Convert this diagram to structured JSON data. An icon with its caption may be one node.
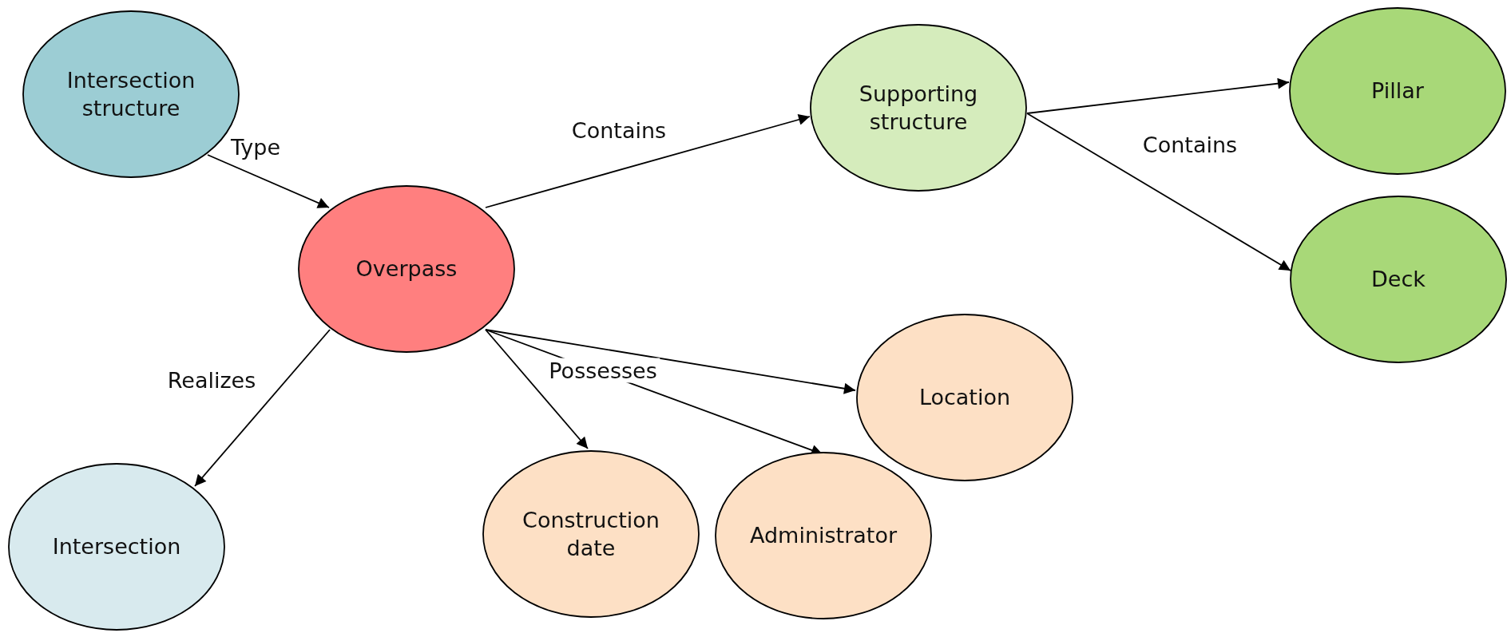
{
  "diagram": {
    "nodes": [
      {
        "text": [
          "Intersection structure"
        ]
      },
      {
        "text": [
          "Overpass"
        ]
      },
      {
        "text": [
          "Supporting structure"
        ]
      },
      {
        "text": [
          "Pillar"
        ]
      },
      {
        "text": [
          "Deck"
        ]
      },
      {
        "text": [
          "Intersection"
        ]
      },
      {
        "text": [
          "Construction date"
        ]
      },
      {
        "text": [
          "Administrator"
        ]
      },
      {
        "text": [
          "Location"
        ]
      }
    ],
    "edges": [
      {
        "from": 0,
        "to": 1,
        "arrow": "to",
        "label": "Type"
      },
      {
        "from": 1,
        "to": 2,
        "arrow": "to",
        "label": "Contains"
      },
      {
        "from": 2,
        "to": 3,
        "arrow": "to",
        "label": "Contains"
      },
      {
        "from": 2,
        "to": 4,
        "arrow": "to"
      },
      {
        "from": 1,
        "to": 5,
        "arrow": "to",
        "label": "Realizes"
      },
      {
        "from": 1,
        "to": 6,
        "arrow": "to"
      },
      {
        "from": 1,
        "to": 7,
        "arrow": "to",
        "label": "Possesses"
      },
      {
        "from": 1,
        "to": 8,
        "arrow": "to"
      }
    ]
  }
}
